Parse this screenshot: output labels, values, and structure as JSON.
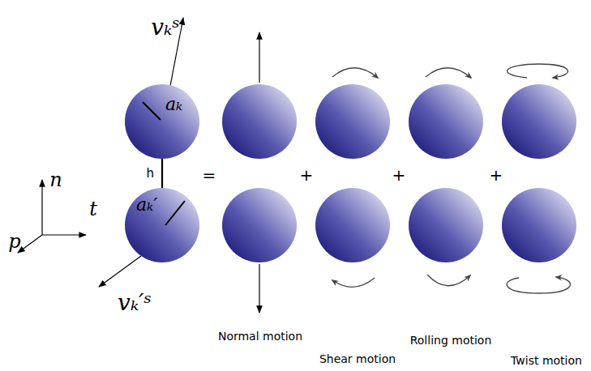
{
  "diagram": {
    "nodes": [
      {
        "text": [
          "aₖ"
        ]
      },
      {
        "text": [
          "aₖ′"
        ]
      }
    ],
    "edges": [
      {
        "from": 0,
        "to": 1,
        "arrow": "none",
        "label": "h"
      }
    ],
    "labels": [
      "vₖˢ",
      "vₖ′ˢ",
      "=",
      "+",
      "+",
      "+",
      "n",
      "t",
      "p",
      "Normal motion",
      "Shear motion",
      "Rolling motion",
      "Twist motion"
    ]
  }
}
